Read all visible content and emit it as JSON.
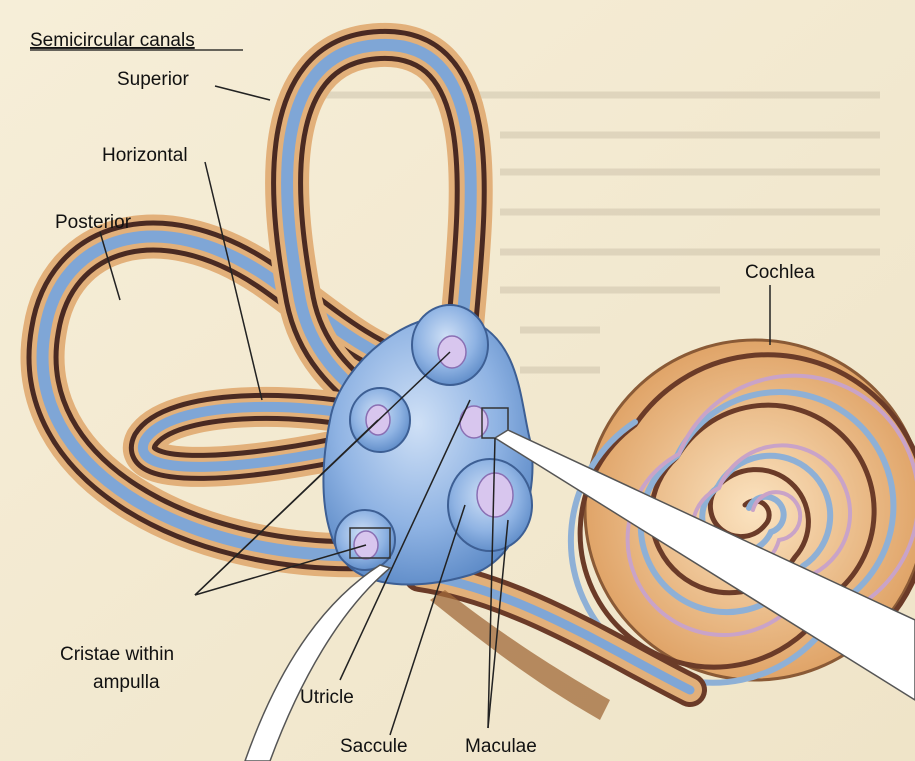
{
  "labels": {
    "semicircular_canals": "Semicircular canals",
    "superior": "Superior",
    "horizontal": "Horizontal",
    "posterior": "Posterior",
    "cochlea": "Cochlea",
    "cristae_line1": "Cristae within",
    "cristae_line2": "ampulla",
    "utricle": "Utricle",
    "saccule": "Saccule",
    "maculae": "Maculae"
  },
  "colors": {
    "paper": "#f3ebd4",
    "canal_outer": "#4a2a22",
    "canal_tan": "#d6a870",
    "canal_blue": "#7fa6d6",
    "vestibule_blue": "#8fb3e3",
    "macula_purple": "#c8b4e0",
    "cochlea_tan": "#e2b07a",
    "cochlea_brown": "#6b3b28"
  }
}
